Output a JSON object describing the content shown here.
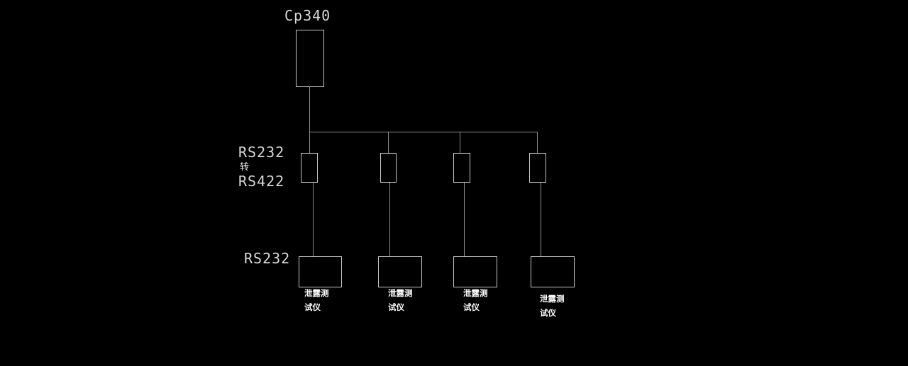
{
  "colors": {
    "background": "#000000",
    "wire": "#8f8f8f",
    "box_border": "#c6c6c6",
    "cad_text": "#d9d9d9",
    "cjk_text": "#ffffff"
  },
  "diagram": {
    "controller": {
      "label": "Cp340"
    },
    "converter_label": {
      "line1": "RS232",
      "line2": "转",
      "line3": "RS422"
    },
    "serial_link_label": "RS232",
    "devices": [
      {
        "name_line1": "泄露测",
        "name_line2": "试仪"
      },
      {
        "name_line1": "泄露测",
        "name_line2": "试仪"
      },
      {
        "name_line1": "泄露测",
        "name_line2": "试仪"
      },
      {
        "name_line1": "泄露测",
        "name_line2": "试仪"
      }
    ]
  }
}
